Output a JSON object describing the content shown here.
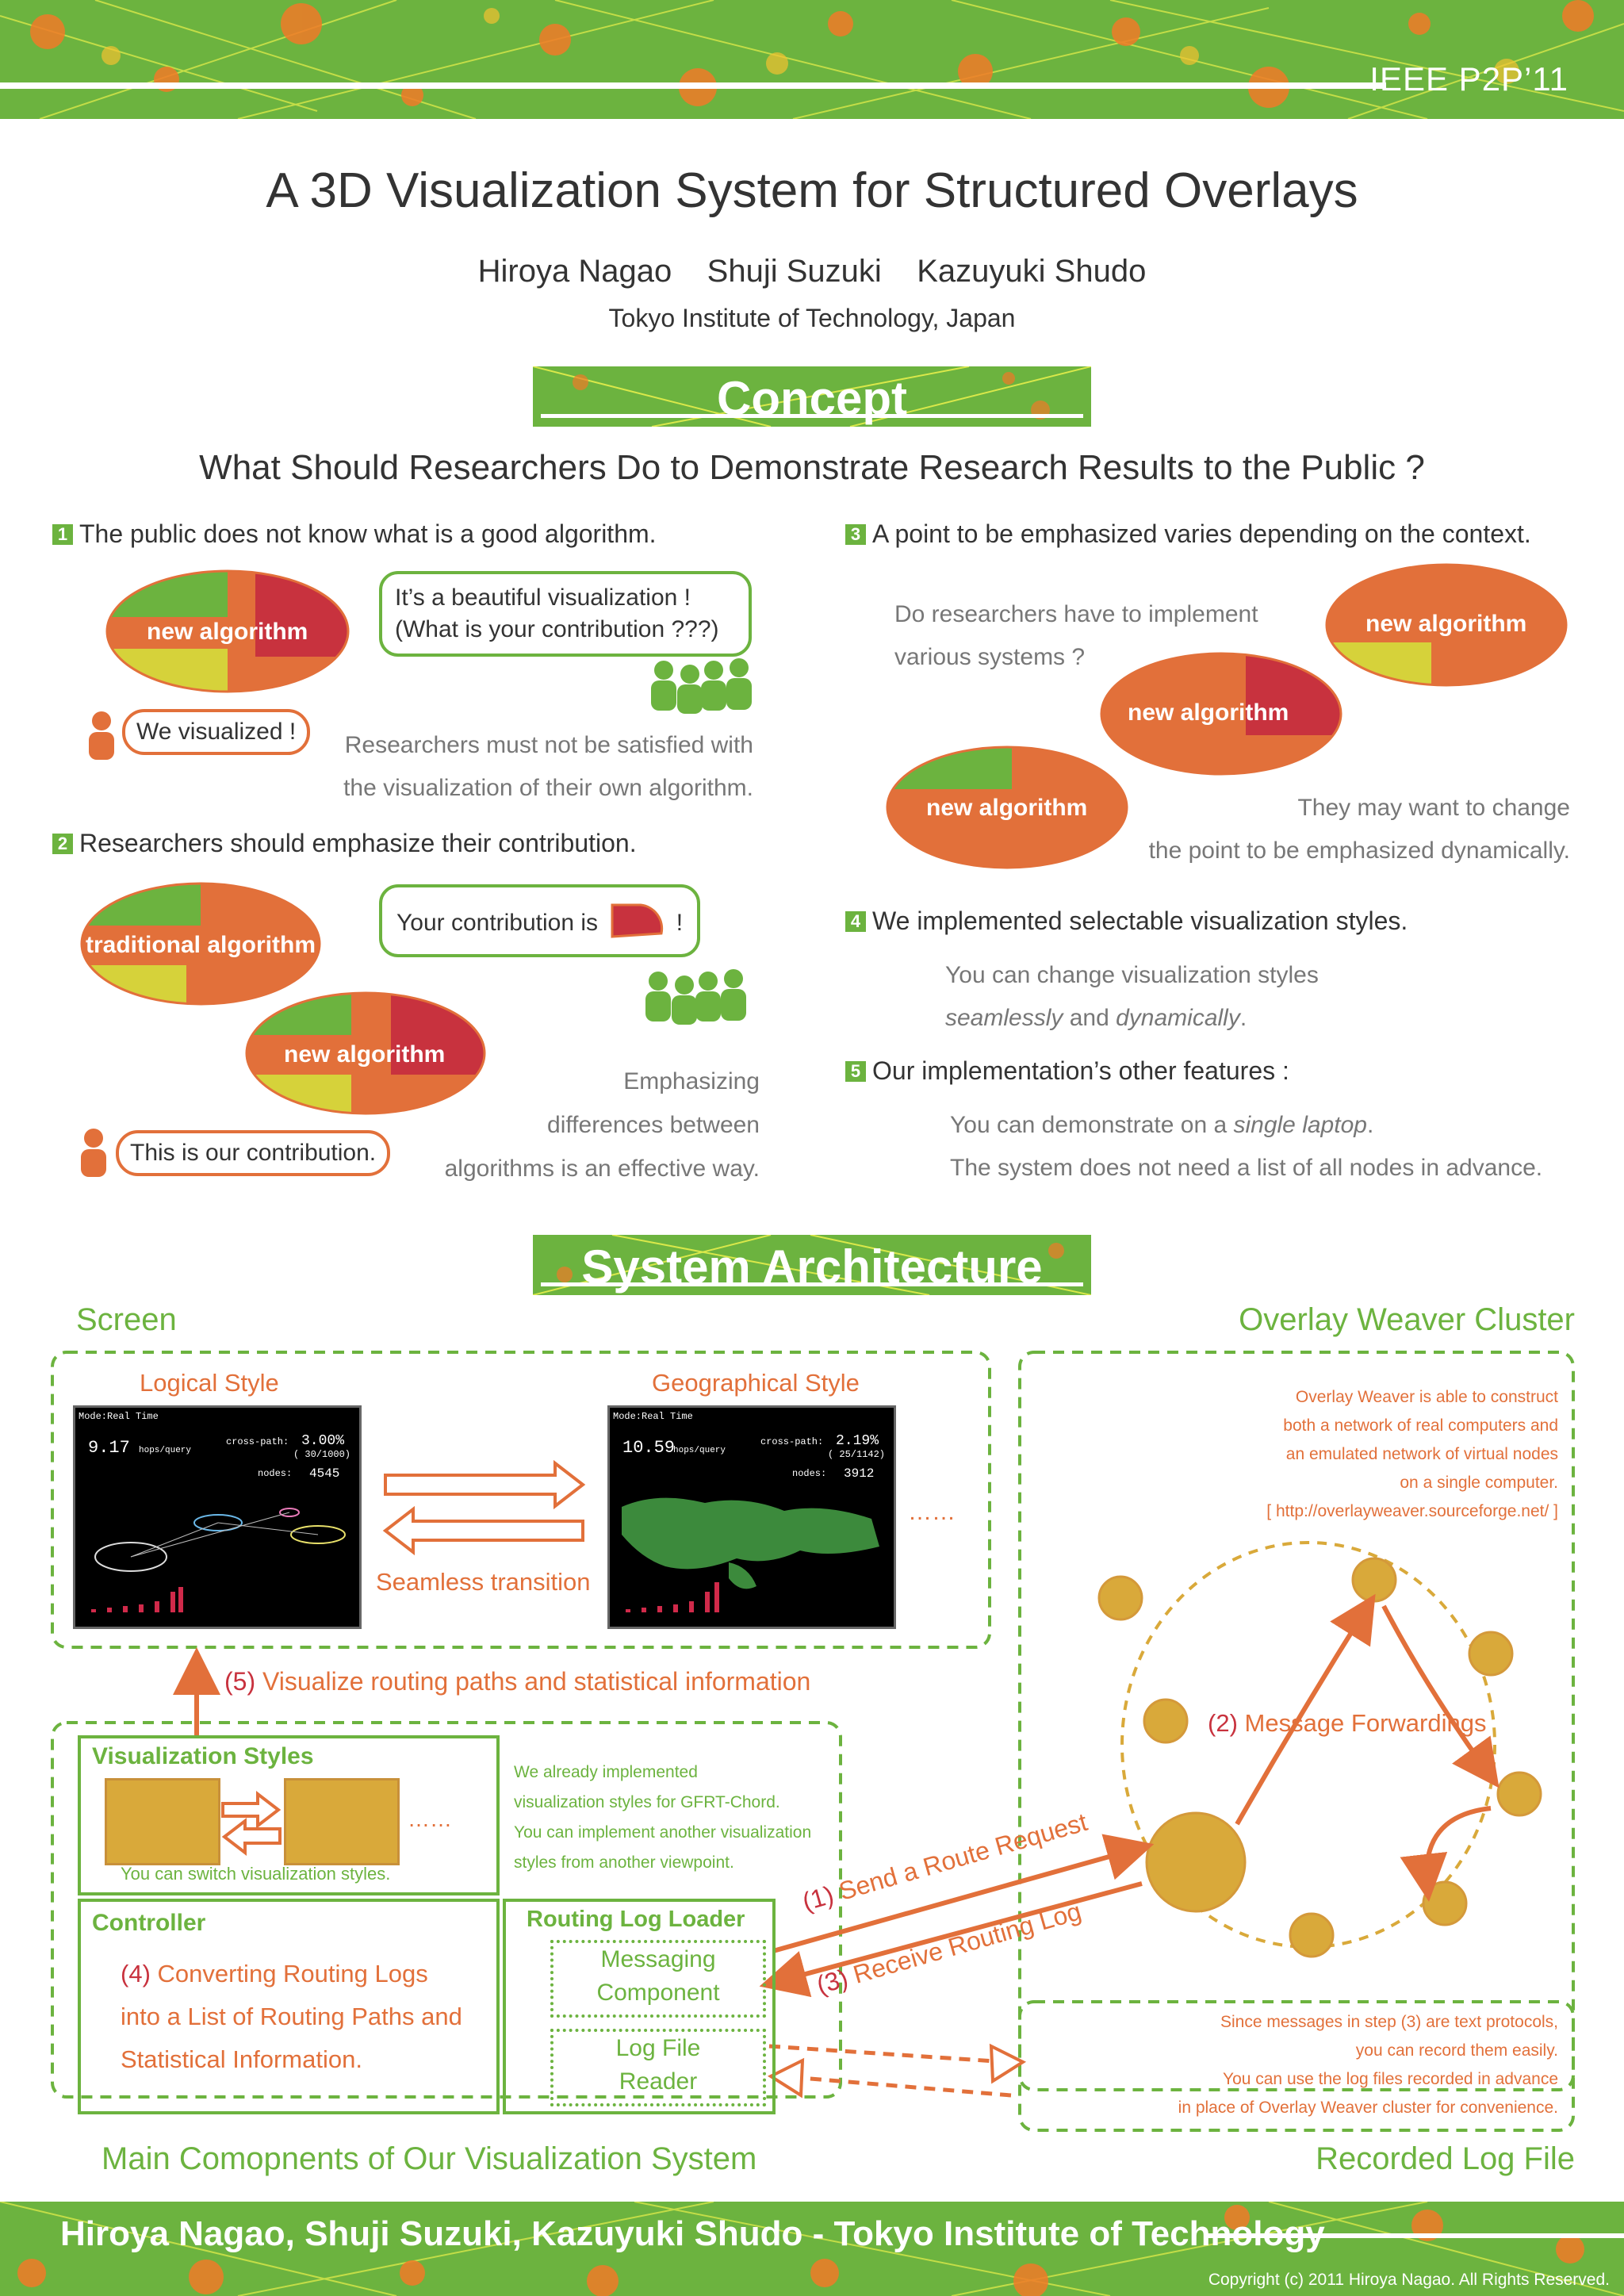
{
  "header": {
    "venue": "IEEE P2P’11"
  },
  "title": "A 3D Visualization System for Structured Overlays",
  "authors": [
    "Hiroya Nagao",
    "Shuji Suzuki",
    "Kazuyuki Shudo"
  ],
  "affiliation": "Tokyo Institute of Technology, Japan",
  "concept": {
    "heading": "Concept",
    "question": "What Should Researchers Do to Demonstrate Research Results to the Public ?",
    "points": [
      {
        "num": "1",
        "text": "The public does not know what is a good algorithm."
      },
      {
        "num": "2",
        "text": "Researchers should emphasize their contribution."
      },
      {
        "num": "3",
        "text": "A point to be emphasized varies depending on the context."
      },
      {
        "num": "4",
        "text": "We implemented selectable visualization styles."
      },
      {
        "num": "5",
        "text": "Our implementation’s other features :"
      }
    ],
    "p1": {
      "ellipse": "new algorithm",
      "bubble_line1": "It’s a beautiful visualization !",
      "bubble_line2": "(What is your contribution ???)",
      "researcher_bubble": "We visualized !",
      "note_line1": "Researchers must not be satisfied with",
      "note_line2": "the visualization of their own algorithm."
    },
    "p2": {
      "ellipse1": "traditional algorithm",
      "ellipse2": "new algorithm",
      "bubble_prefix": "Your contribution is",
      "bubble_suffix": "!",
      "researcher_bubble": "This is our contribution.",
      "note_line1": "Emphasizing",
      "note_line2": "differences between",
      "note_line3": "algorithms is an effective way."
    },
    "p3": {
      "question_line1": "Do researchers have to implement",
      "question_line2": "various systems ?",
      "ellipse1": "new algorithm",
      "ellipse2": "new algorithm",
      "ellipse3": "new algorithm",
      "note_line1": "They may want to change",
      "note_line2": "the point to be emphasized dynamically."
    },
    "p4": {
      "line1": "You can change visualization styles",
      "em1": "seamlessly",
      "and": " and ",
      "em2": "dynamically",
      "dot": "."
    },
    "p5": {
      "line1_prefix": "You can demonstrate on a ",
      "line1_em": "single laptop",
      "line1_suffix": ".",
      "line2": "The system does not need a list of all nodes in advance."
    }
  },
  "architecture": {
    "heading": "System Architecture",
    "screen_label": "Screen",
    "cluster_label": "Overlay Weaver Cluster",
    "logical_style": "Logical Style",
    "geographical_style": "Geographical Style",
    "seamless": "Seamless transition",
    "ellipsis": "……",
    "screen1": {
      "mode": "Mode:Real Time",
      "hops": "9.17",
      "hops_unit": "hops/query",
      "cross_label": "cross-path:",
      "cross_val": "3.00%",
      "cross_frac": "( 30/1000)",
      "nodes_label": "nodes:",
      "nodes_val": "4545"
    },
    "screen2": {
      "mode": "Mode:Real Time",
      "hops": "10.59",
      "hops_unit": "hops/query",
      "cross_label": "cross-path:",
      "cross_val": "2.19%",
      "cross_frac": "( 25/1142)",
      "nodes_label": "nodes:",
      "nodes_val": "3912"
    },
    "cluster_desc": [
      "Overlay Weaver is able to construct",
      "both a network of real computers and",
      "an emulated network of virtual nodes",
      "on a single computer.",
      "[ http://overlayweaver.sourceforge.net/ ]"
    ],
    "step5_num": "(5)",
    "step5_text": "Visualize routing paths and statistical information",
    "step2_num": "(2)",
    "step2_text": "Message Forwardings",
    "step1_num": "(1)",
    "step1_text": "Send a Route Request",
    "step3_num": "(3)",
    "step3_text": "Receive Routing Log",
    "vis_styles_title": "Visualization Styles",
    "vis_styles_caption": "You can switch visualization styles.",
    "vis_desc": [
      "We already implemented",
      "visualization styles for GFRT-Chord.",
      "You can implement another visualization",
      "styles from another viewpoint."
    ],
    "controller_title": "Controller",
    "step4_num": "(4)",
    "step4_lines": [
      "Converting Routing Logs",
      "into a List of Routing Paths and",
      "Statistical Information."
    ],
    "loader_title": "Routing Log Loader",
    "messaging": [
      "Messaging",
      "Component"
    ],
    "logfile": [
      "Log File",
      "Reader"
    ],
    "log_desc": [
      "Since messages in step (3) are text protocols,",
      "you can record them easily.",
      "You can use the log files recorded in advance",
      "in place of Overlay Weaver cluster for convenience."
    ],
    "main_label": "Main Comopnents of Our Visualization System",
    "recorded_label": "Recorded Log File"
  },
  "footer": {
    "names": "Hiroya Nagao, Shuji Suzuki, Kazuyuki Shudo - Tokyo Institute of Technology",
    "copyright": "Copyright (c) 2011 Hiroya Nagao. All Rights Reserved."
  },
  "colors": {
    "green": "#6cb33f",
    "orange": "#e2703a",
    "red": "#c8323e",
    "yellow": "#d6d23a",
    "gold": "#d9a93a"
  }
}
